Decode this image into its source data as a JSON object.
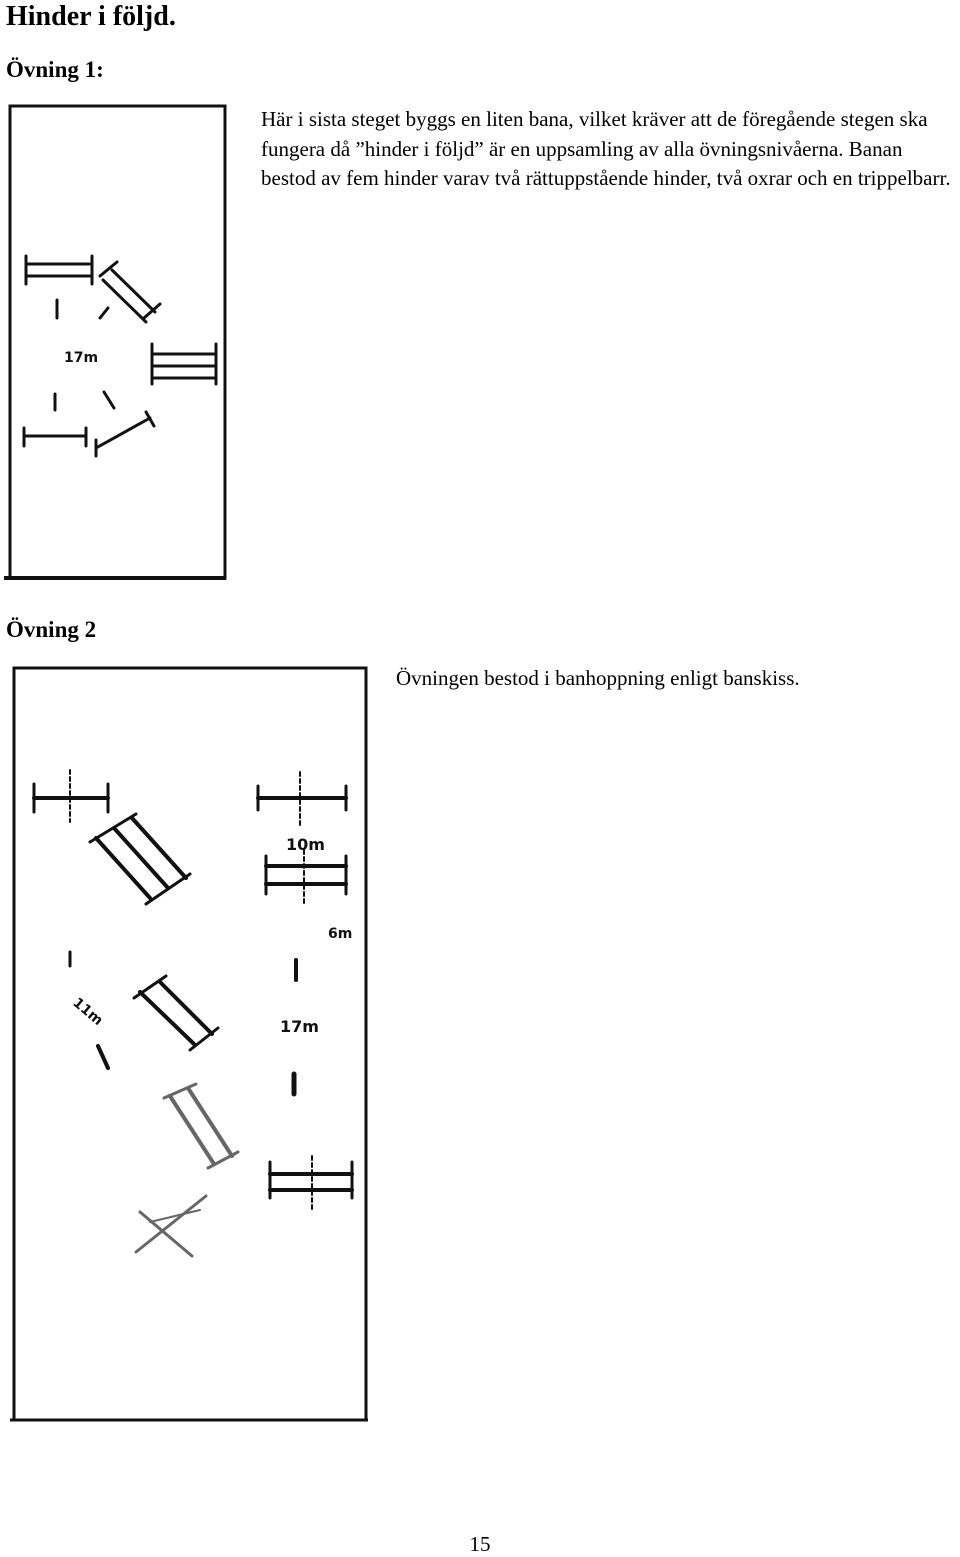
{
  "title": "Hinder i följd.",
  "exercise1": {
    "heading": "Övning 1:",
    "text": "Här i sista steget byggs en liten bana, vilket kräver att de föregående stegen ska fungera då ”hinder i följd” är en uppsamling av alla övningsnivåerna. Banan bestod av fem hinder varav två rättuppstående hinder, två oxrar och en trippelbarr.",
    "sketch_distance_label": "17m"
  },
  "exercise2": {
    "heading": "Övning 2",
    "text": "Övningen bestod i banhoppning enligt banskiss.",
    "sketch_labels": {
      "distance_a": "10m",
      "distance_b": "6m",
      "distance_c": "17m",
      "distance_d": "11m"
    }
  },
  "page_number": "15"
}
